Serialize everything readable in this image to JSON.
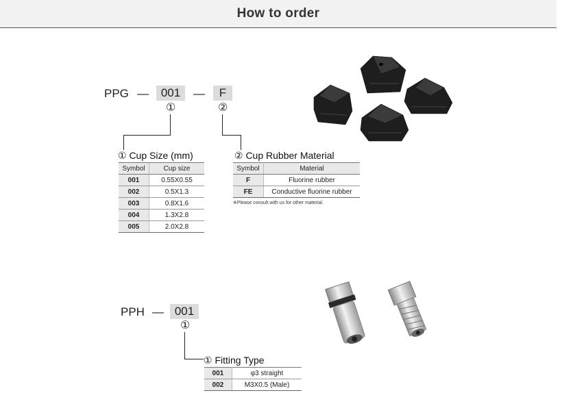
{
  "header": {
    "title": "How to order"
  },
  "ppg": {
    "prefix": "PPG",
    "dash": "—",
    "code1": "001",
    "code2": "F",
    "marker1": "①",
    "marker2": "②",
    "cup_size": {
      "title": "① Cup Size (mm)",
      "headers": [
        "Symbol",
        "Cup size"
      ],
      "rows": [
        [
          "001",
          "0.55X0.55"
        ],
        [
          "002",
          "0.5X1.3"
        ],
        [
          "003",
          "0.8X1.6"
        ],
        [
          "004",
          "1.3X2.8"
        ],
        [
          "005",
          "2.0X2.8"
        ]
      ]
    },
    "rubber": {
      "title": "② Cup Rubber Material",
      "headers": [
        "Symbol",
        "Material"
      ],
      "rows": [
        [
          "F",
          "Fluorine rubber"
        ],
        [
          "FE",
          "Conductive fluorine rubber"
        ]
      ],
      "note": "※Please consult with us for other material."
    }
  },
  "pph": {
    "prefix": "PPH",
    "dash": "—",
    "code1": "001",
    "marker1": "①",
    "fitting": {
      "title": "① Fitting Type",
      "rows": [
        [
          "001",
          "φ3 straight"
        ],
        [
          "002",
          "M3X0.5 (Male)"
        ]
      ]
    }
  },
  "colors": {
    "header_bg": "#f2f2f2",
    "code_box": "#dcdcdc",
    "rubber": "#1e1e1e",
    "metal": "#c8c8c8"
  }
}
